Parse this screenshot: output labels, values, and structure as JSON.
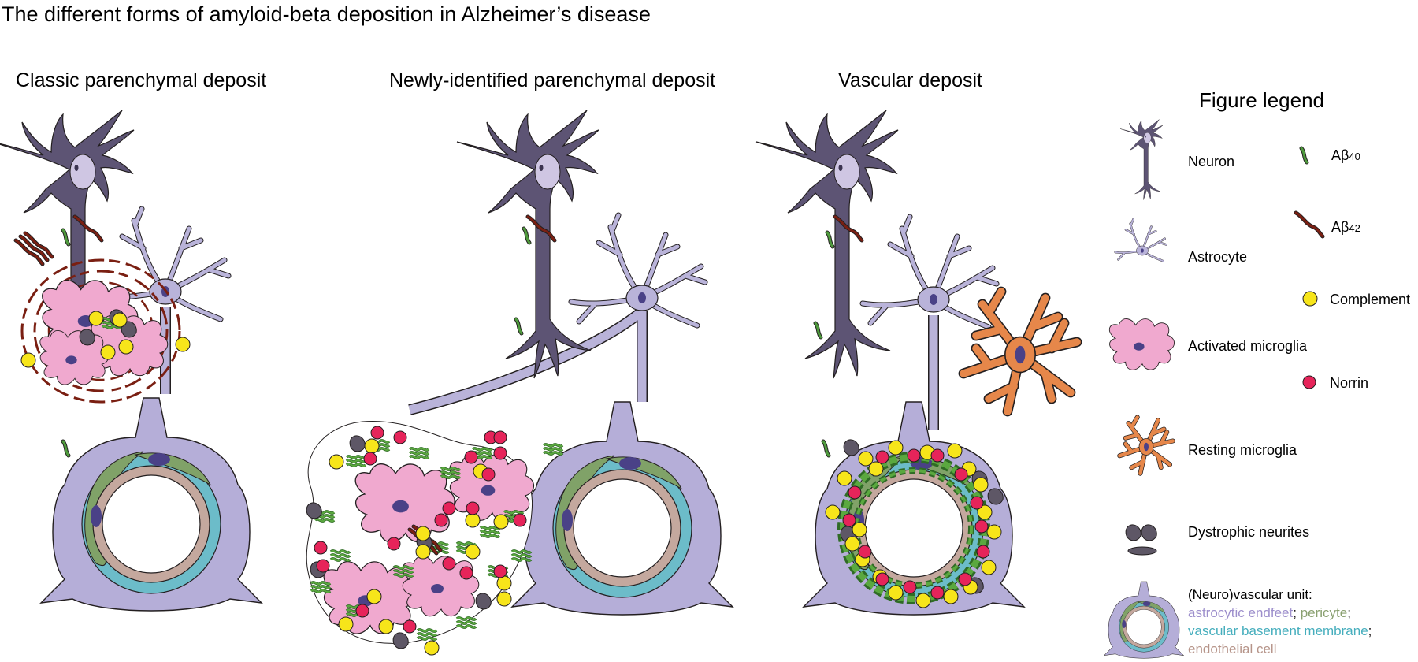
{
  "title": "The different forms of amyloid-beta deposition in Alzheimer’s disease",
  "panels": {
    "classic": {
      "title": "Classic parenchymal deposit"
    },
    "new": {
      "title": "Newly-identified parenchymal deposit"
    },
    "vascular": {
      "title": "Vascular deposit"
    }
  },
  "legend": {
    "title": "Figure legend",
    "neuron": "Neuron",
    "astrocyte": "Astrocyte",
    "activated_microglia": "Activated microglia",
    "resting_microglia": "Resting microglia",
    "dystrophic_neurites": "Dystrophic neurites",
    "ab40_prefix": "Aβ",
    "ab40_sub": "40",
    "ab42_prefix": "Aβ",
    "ab42_sub": "42",
    "complement": "Complement",
    "norrin": "Norrin",
    "nvu_heading": "(Neuro)vascular unit:",
    "nvu_endfeet": "astrocytic endfeet",
    "nvu_sep1": "; ",
    "nvu_pericyte": "pericyte",
    "nvu_sep2": ";",
    "nvu_membrane": "vascular basement membrane",
    "nvu_sep3": ";",
    "nvu_endothelial": "endothelial cell"
  },
  "colors": {
    "neuron": "#5d5474",
    "neuron_nucleus": "#cfc6e3",
    "astrocyte": "#b9b3d9",
    "astro_nucleus": "#4a4187",
    "microglia_active": "#f0a9cf",
    "microglia_resting": "#e6874a",
    "ab40": "#4e9a3c",
    "ab42": "#7a1f12",
    "complement": "#f7e51a",
    "norrin": "#e6245a",
    "neurite": "#5e5766",
    "endfeet": "#b5aed8",
    "pericyte": "#80a268",
    "membrane": "#6cbcc9",
    "endothelial": "#c4a89e",
    "endfeet_text": "#9d8fcc",
    "pericyte_text": "#8aa070",
    "membrane_text": "#46aebd",
    "endothelial_text": "#b69489"
  }
}
